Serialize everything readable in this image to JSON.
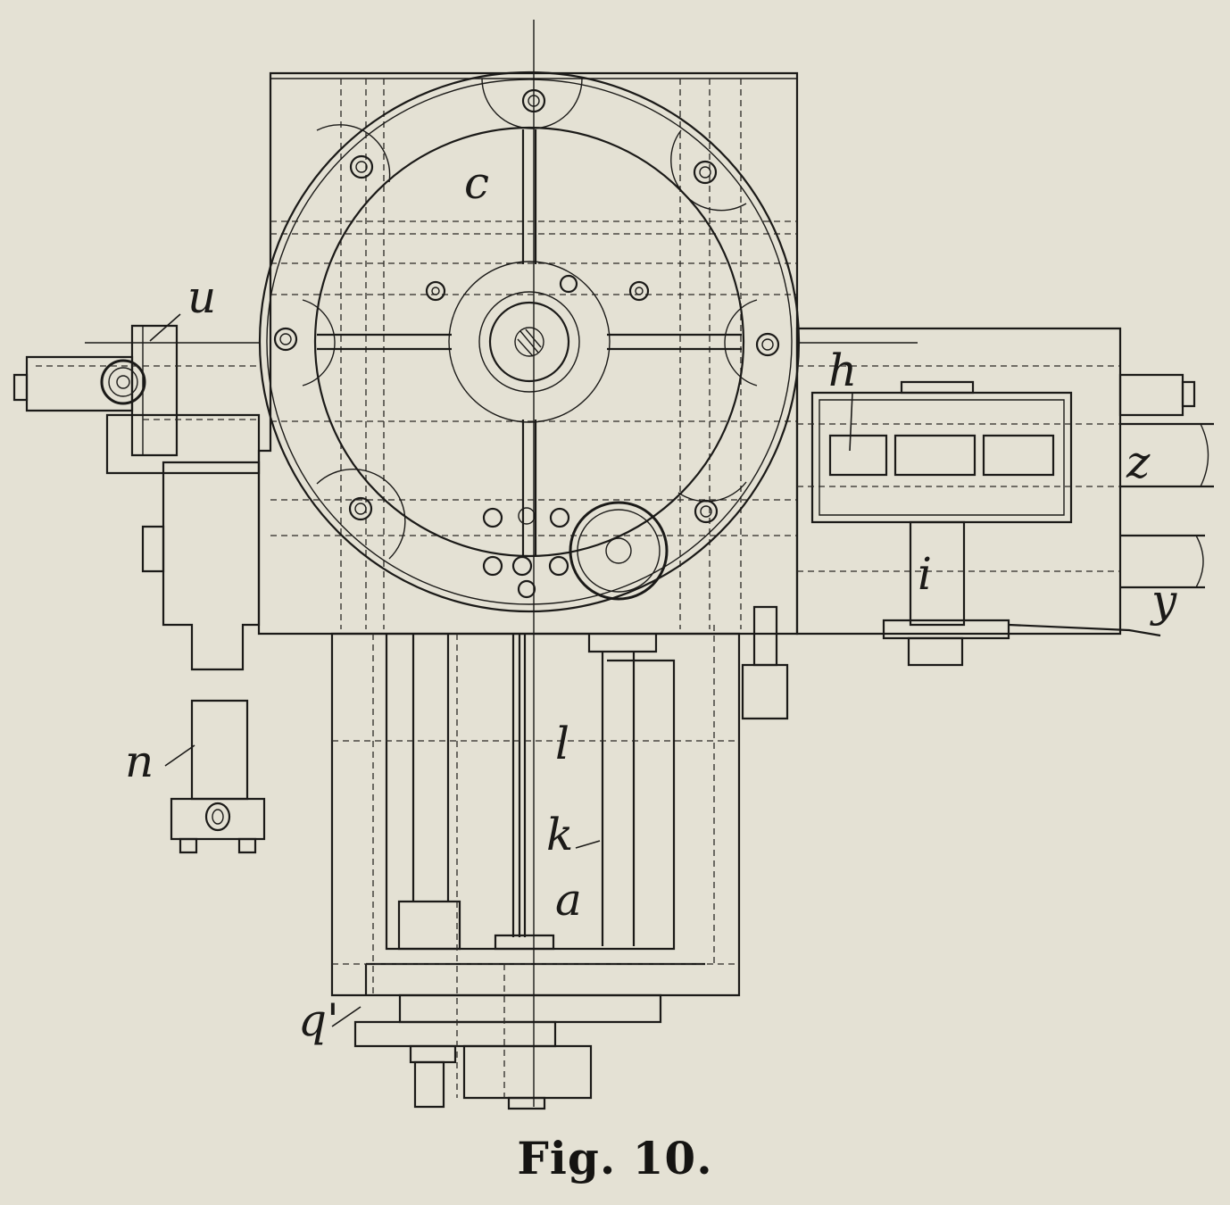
{
  "figure": {
    "caption": "Fig. 10.",
    "labels": {
      "c": "c",
      "u": "u",
      "h": "h",
      "i": "i",
      "z": "z",
      "y": "y",
      "n": "n",
      "l": "l",
      "k": "k",
      "a": "a",
      "q": "q'"
    }
  }
}
